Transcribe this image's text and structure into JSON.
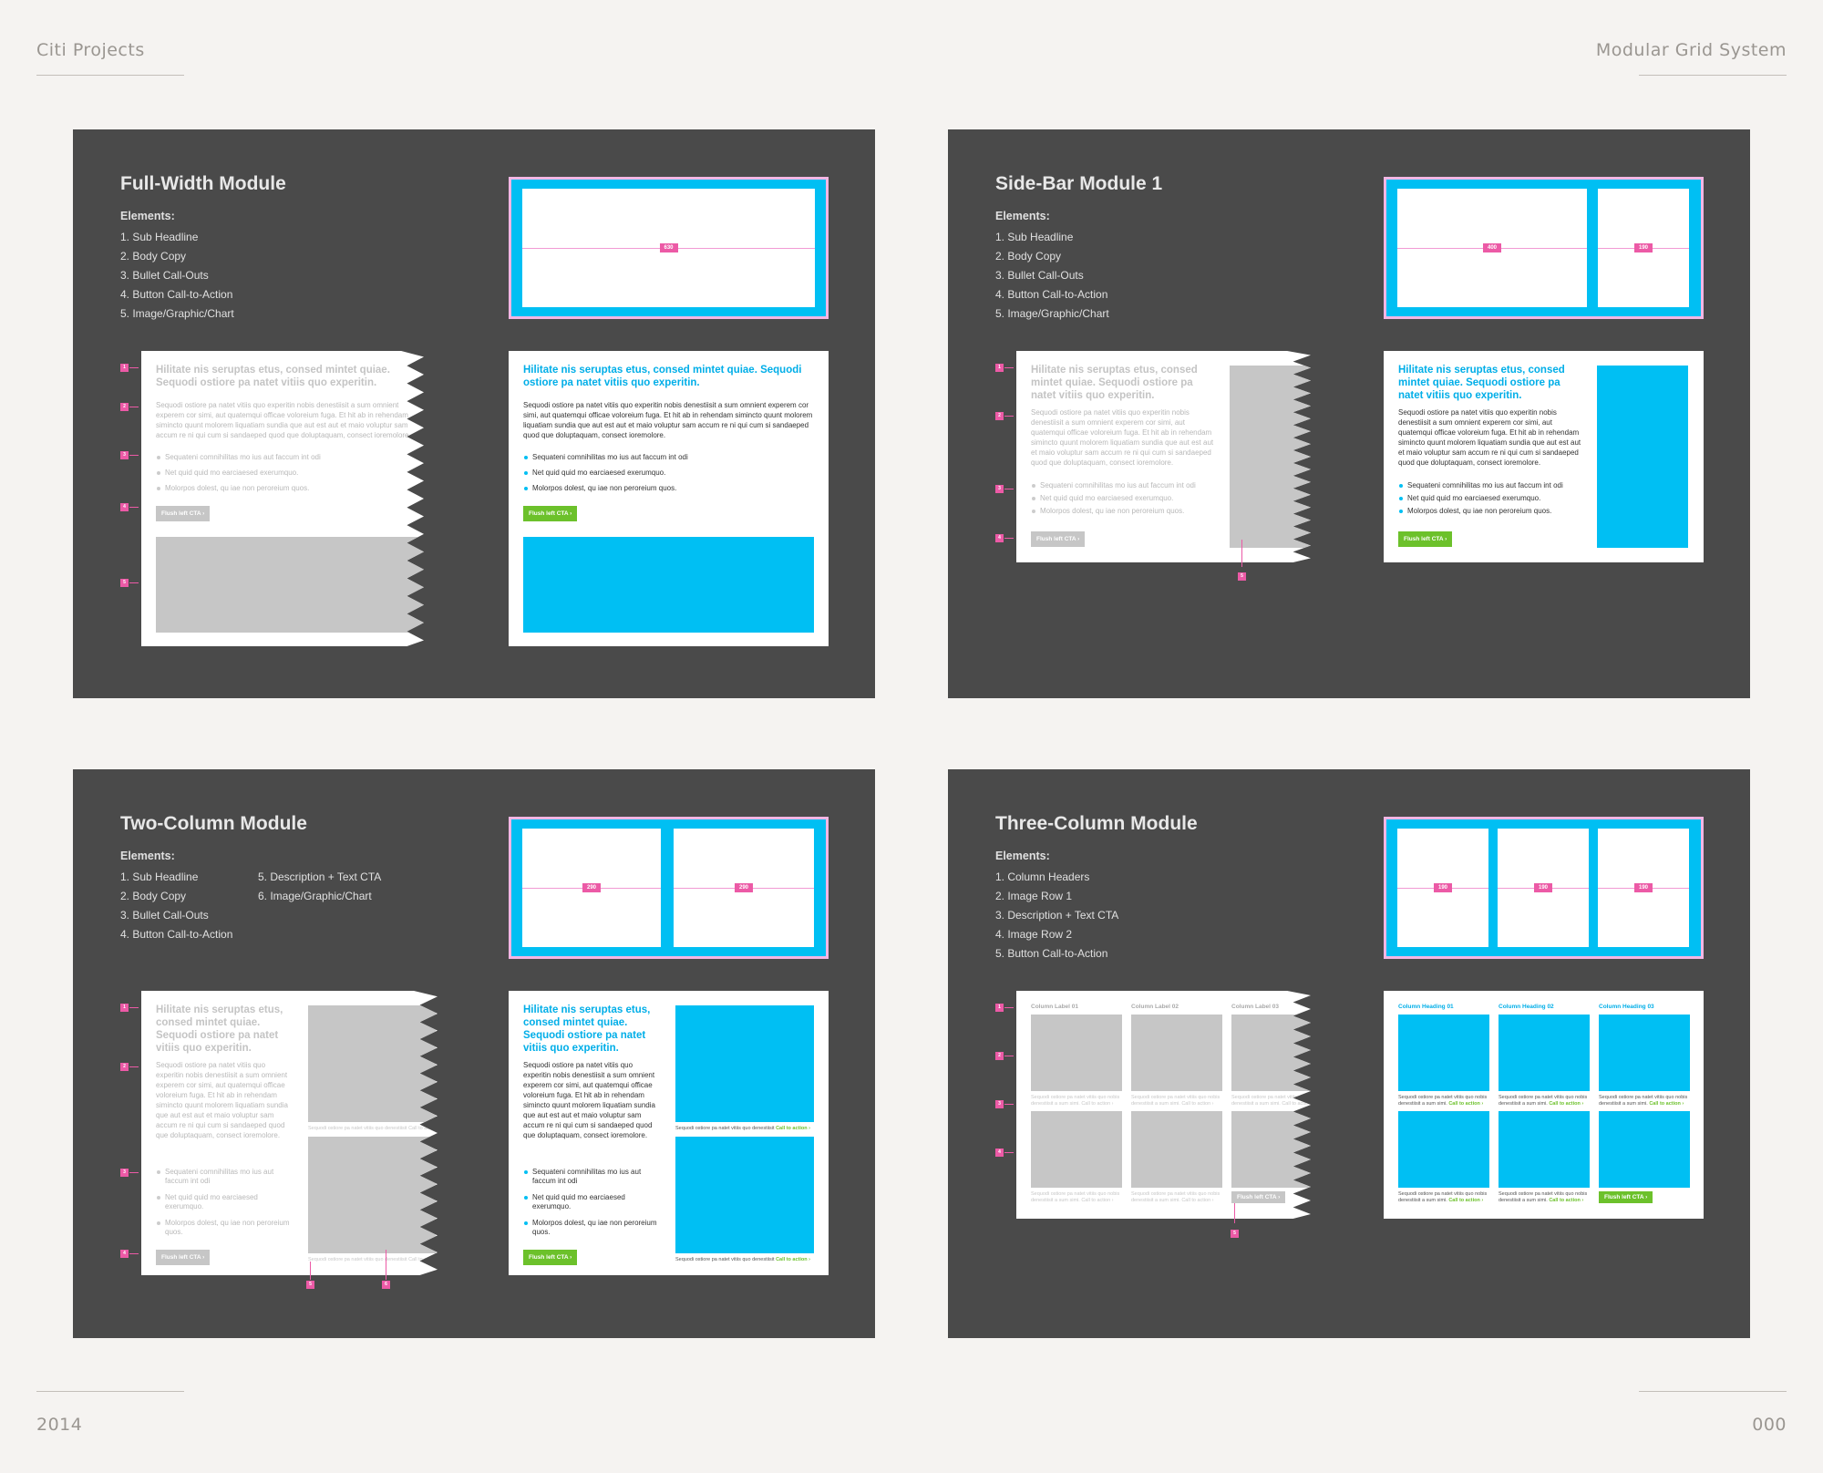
{
  "page": {
    "top_left": "Citi Projects",
    "top_right": "Modular Grid System",
    "bottom_left": "2014",
    "bottom_right": "000"
  },
  "colors": {
    "accent_blue": "#00bff3",
    "cta_green": "#6cc12b",
    "marker_pink": "#ec5aa6",
    "panel": "#4a4a4a",
    "placeholder_grey": "#c6c6c6"
  },
  "common": {
    "headline": "Hilitate nis seruptas etus, consed mintet quiae. Sequodi ostiore pa natet vitiis quo experitin.",
    "body": "Sequodi ostiore pa natet vitiis quo experitin nobis denestiisit a sum  omnient experem cor simi, aut quatemqui officae voloreium fuga. Et hit ab in rehendam simincto quunt molorem liquatiam sundia que aut est aut et maio voluptur sam accum re ni qui cum si sandaeped quod que doluptaquam, consect ioremolore.",
    "bullets": [
      "Sequateni comnihilitas mo ius aut faccum int odi",
      "Net quid quid mo earciaesed exerumquo.",
      "Molorpos dolest, qu iae non peroreium quos."
    ],
    "button": "Flush left CTA ›",
    "caption": "Sequodi ostiore pa natet vitiis quo denestiisit ",
    "caption_cta": "Call to action ›",
    "caption3": "Sequodi ostiore pa natet vitiis quo nobis denestiisit a sum simi. ",
    "caption3_cta": "Call to action ›"
  },
  "modules": [
    {
      "title": "Full-Width Module",
      "elements_label": "Elements:",
      "elements": [
        "1. Sub Headline",
        "2. Body Copy",
        "3. Bullet Call-Outs",
        "4. Button Call-to-Action",
        "5. Image/Graphic/Chart"
      ],
      "grid": [
        "630"
      ],
      "markers": [
        "1",
        "2",
        "3",
        "4",
        "5"
      ]
    },
    {
      "title": "Side-Bar Module 1",
      "elements_label": "Elements:",
      "elements": [
        "1. Sub Headline",
        "2. Body Copy",
        "3. Bullet Call-Outs",
        "4. Button Call-to-Action",
        "5. Image/Graphic/Chart"
      ],
      "grid": [
        "400",
        "190"
      ],
      "markers": [
        "1",
        "2",
        "3",
        "4",
        "5"
      ]
    },
    {
      "title": "Two-Column Module",
      "elements_label": "Elements:",
      "elements": [
        "1. Sub Headline",
        "2. Body Copy",
        "3. Bullet Call-Outs",
        "4. Button Call-to-Action"
      ],
      "elements_col2": [
        "5. Description + Text CTA",
        "6. Image/Graphic/Chart"
      ],
      "grid": [
        "290",
        "290"
      ],
      "markers": [
        "1",
        "2",
        "3",
        "4",
        "5",
        "6"
      ]
    },
    {
      "title": "Three-Column Module",
      "elements_label": "Elements:",
      "elements": [
        "1. Column Headers",
        "2. Image Row 1",
        "3. Description + Text CTA",
        "4. Image Row 2",
        "5. Button Call-to-Action"
      ],
      "grid": [
        "190",
        "190",
        "190"
      ],
      "markers": [
        "1",
        "2",
        "3",
        "4",
        "5"
      ],
      "col_labels": [
        "Column Label 01",
        "Column Label 02",
        "Column Label 03"
      ],
      "col_headings": [
        "Column Heading 01",
        "Column Heading 02",
        "Column Heading 03"
      ]
    }
  ]
}
